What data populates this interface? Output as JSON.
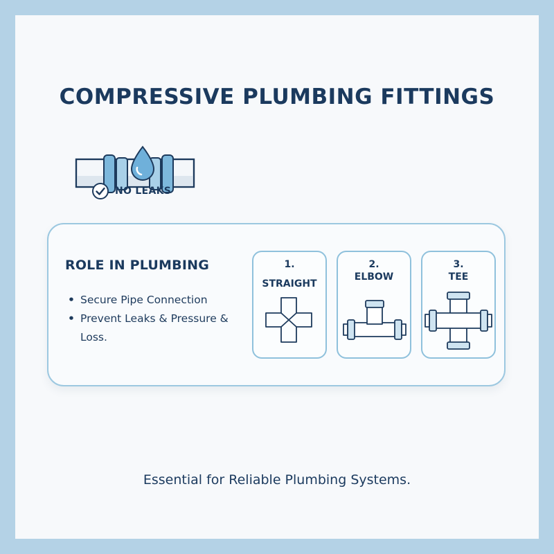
{
  "title": "COMPRESSIVE PLUMBING FITTINGS",
  "hero": {
    "icon": "leak-proof-pipe-icon",
    "badge_icon": "check-circle-icon",
    "badge_text": "NO LEAKS"
  },
  "role": {
    "heading": "ROLE IN PLUMBING",
    "bullets": [
      "Secure Pipe Connection",
      "Prevent Leaks & Pressure & Loss."
    ]
  },
  "fittings": [
    {
      "number": "1.",
      "label": "STRAIGHT",
      "icon": "cross-fitting-icon"
    },
    {
      "number": "2.",
      "label": "ELBOW",
      "icon": "elbow-fitting-icon"
    },
    {
      "number": "3.",
      "label": "TEE",
      "icon": "tee-fitting-icon"
    }
  ],
  "footer": "Essential for Reliable Plumbing Systems.",
  "colors": {
    "navy": "#1b3a5e",
    "accent_blue": "#5fa8d3",
    "border_blue": "#9cc8e0",
    "background": "#b4d2e6"
  }
}
